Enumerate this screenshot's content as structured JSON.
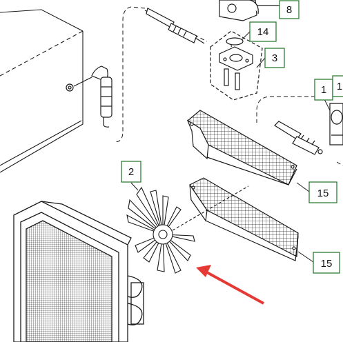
{
  "colors": {
    "line": "#1a1a1a",
    "callout_border": "#2e7d32",
    "arrow": "#e53935",
    "background": "#ffffff"
  },
  "callouts": [
    {
      "id": "c8",
      "label": "8"
    },
    {
      "id": "c14",
      "label": "14"
    },
    {
      "id": "c3",
      "label": "3"
    },
    {
      "id": "c1a",
      "label": "1"
    },
    {
      "id": "c1b",
      "label": "1"
    },
    {
      "id": "c2",
      "label": "2"
    },
    {
      "id": "c15a",
      "label": "15"
    },
    {
      "id": "c15b",
      "label": "15"
    }
  ]
}
